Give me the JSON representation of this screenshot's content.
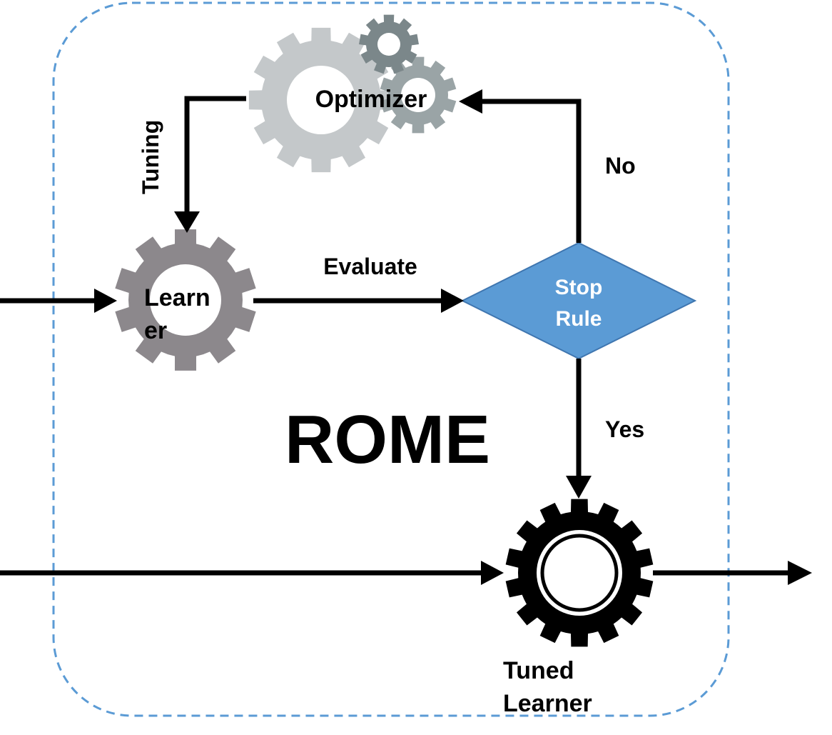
{
  "diagram": {
    "container_label": "ROME",
    "nodes": {
      "optimizer": {
        "label": "Optimizer"
      },
      "learner": {
        "label_line1": "Learn",
        "label_line2": "er"
      },
      "stop_rule": {
        "label_line1": "Stop",
        "label_line2": "Rule"
      },
      "tuned_learner": {
        "label_line1": "Tuned",
        "label_line2": "Learner"
      }
    },
    "edges": {
      "tuning": {
        "label": "Tuning"
      },
      "evaluate": {
        "label": "Evaluate"
      },
      "no": {
        "label": "No"
      },
      "yes": {
        "label": "Yes"
      }
    }
  },
  "colors": {
    "container_border": "#5b9bd5",
    "diamond_fill": "#5b9bd5",
    "diamond_text": "#ffffff",
    "optimizer_gear": "#c4c8ca",
    "optimizer_small_gear_dark": "#7b878a",
    "optimizer_small_gear_mid": "#9aa4a6",
    "learner_gear": "#8c888c",
    "tuned_gear": "#000000",
    "arrow": "#000000"
  },
  "icons": [
    "optimizer-gears-icon",
    "learner-gear-icon",
    "tuned-learner-gear-icon"
  ]
}
